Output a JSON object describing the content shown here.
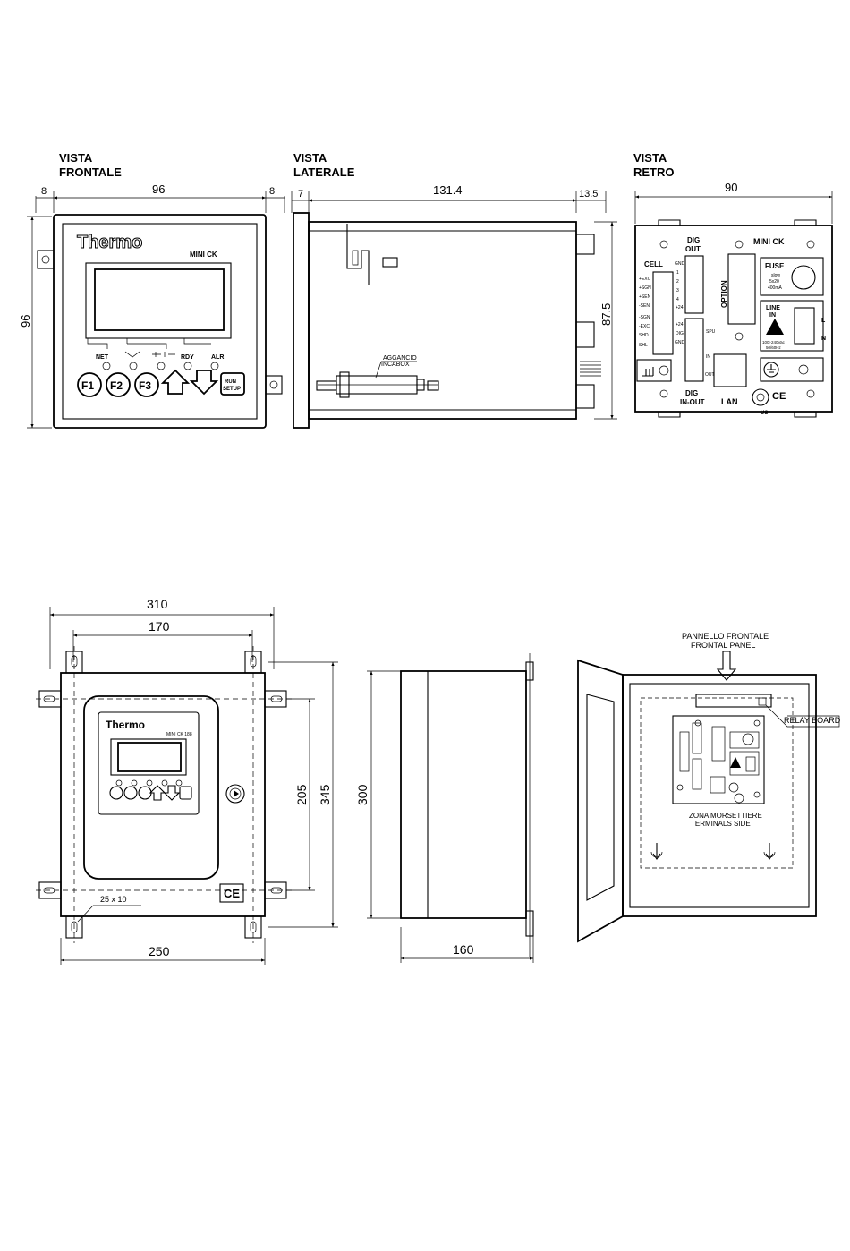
{
  "views": {
    "front": {
      "heading_1": "VISTA",
      "heading_2": "FRONTALE"
    },
    "side": {
      "heading_1": "VISTA",
      "heading_2": "LATERALE"
    },
    "rear": {
      "heading_1": "VISTA",
      "heading_2": "RETRO"
    }
  },
  "dimensions": {
    "front_left": "8",
    "front_width": "96",
    "front_right": "8",
    "front_height": "96",
    "side_left": "7",
    "side_length": "131.4",
    "side_right": "13.5",
    "side_height": "87.5",
    "rear_width": "90",
    "box_width": "310",
    "box_mount": "170",
    "box_inner_height": "205",
    "box_height": "345",
    "box_bottom": "250",
    "box_slot": "25 x 10",
    "box_depth_height": "300",
    "box_depth": "160"
  },
  "front_panel": {
    "brand": "Thermo",
    "model": "MINI CK",
    "led_net": "NET",
    "led_rdy": "RDY",
    "led_alr": "ALR",
    "key_f1": "F1",
    "key_f2": "F2",
    "key_f3": "F3",
    "key_run": "RUN",
    "key_setup": "SETUP"
  },
  "side_panel": {
    "note_1": "AGGANCIO",
    "note_2": "INCABOX"
  },
  "rear_panel": {
    "model": "MINI CK",
    "dig_out_1": "DIG",
    "dig_out_2": "OUT",
    "cell": "CELL",
    "option": "OPTION",
    "fuse": "FUSE",
    "fuse_1": "slow",
    "fuse_2": "5x20",
    "fuse_3": "400mA",
    "line_1": "LINE",
    "line_2": "IN",
    "line_l": "L",
    "line_n": "N",
    "line_spec_1": "100÷240Vac",
    "line_spec_2": "50/60Hz",
    "dig_inout_1": "DIG",
    "dig_inout_2": "IN-OUT",
    "lan": "LAN",
    "cell_pins": [
      "+EXC",
      "+SGN",
      "+SEN",
      "-SEN",
      "-SGN",
      "-EXC",
      "SHD",
      "SHL"
    ],
    "dig_out_pins": [
      "GND",
      "1",
      "2",
      "3",
      "4",
      "+24"
    ],
    "io_pins": [
      "+24",
      "DIG",
      "GND"
    ],
    "io_right": [
      "SPU",
      "IN",
      "OUT"
    ],
    "cert_ul": "US"
  },
  "box_front": {
    "brand": "Thermo",
    "model": "MINI CK 188"
  },
  "cabinet": {
    "panel_1": "PANNELLO FRONTALE",
    "panel_2": "FRONTAL PANEL",
    "relay": "RELAY BOARD",
    "zone_1": "ZONA MORSETTIERE",
    "zone_2": "TERMINALS SIDE"
  }
}
